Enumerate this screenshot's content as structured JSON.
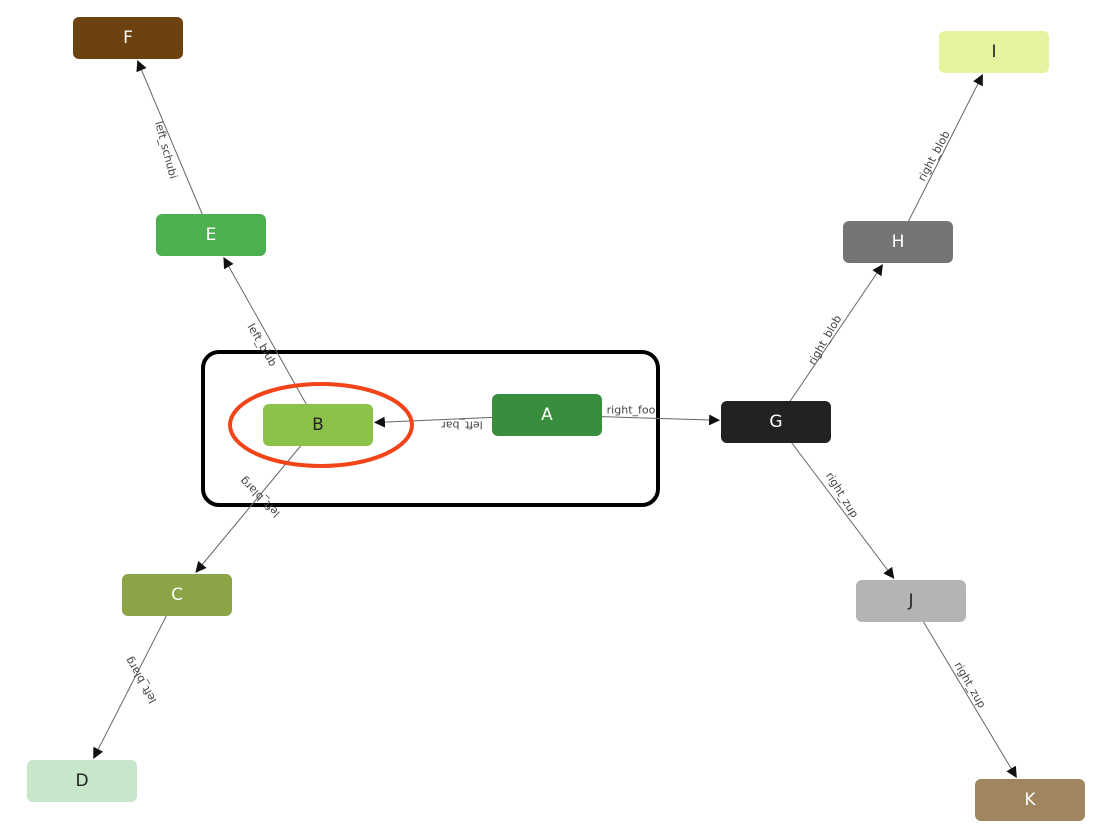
{
  "colors": {
    "edge": "#666666",
    "edge_label": "#444444",
    "group_border": "#000000",
    "highlight": "#f34318",
    "light_text": "#ffffff",
    "dark_text": "#222222"
  },
  "diagram": {
    "nodes": [
      {
        "id": "A",
        "label": "A",
        "color": "#388e3c",
        "text": "light"
      },
      {
        "id": "B",
        "label": "B",
        "color": "#8bc34a",
        "text": "dark"
      },
      {
        "id": "C",
        "label": "C",
        "color": "#8ba446",
        "text": "light"
      },
      {
        "id": "D",
        "label": "D",
        "color": "#c8e6c9",
        "text": "dark"
      },
      {
        "id": "E",
        "label": "E",
        "color": "#4caf50",
        "text": "light"
      },
      {
        "id": "F",
        "label": "F",
        "color": "#6d4211",
        "text": "light"
      },
      {
        "id": "G",
        "label": "G",
        "color": "#222222",
        "text": "light"
      },
      {
        "id": "H",
        "label": "H",
        "color": "#757575",
        "text": "light"
      },
      {
        "id": "I",
        "label": "I",
        "color": "#e6f4a0",
        "text": "dark"
      },
      {
        "id": "J",
        "label": "J",
        "color": "#b4b4b4",
        "text": "dark"
      },
      {
        "id": "K",
        "label": "K",
        "color": "#a0865f",
        "text": "light"
      }
    ],
    "edges": [
      {
        "from": "A",
        "to": "B",
        "label": "left_bar"
      },
      {
        "from": "A",
        "to": "G",
        "label": "right_foo"
      },
      {
        "from": "B",
        "to": "E",
        "label": "left_blub"
      },
      {
        "from": "B",
        "to": "C",
        "label": "left_blarg"
      },
      {
        "from": "C",
        "to": "D",
        "label": "left_blarg"
      },
      {
        "from": "E",
        "to": "F",
        "label": "left_schubi"
      },
      {
        "from": "G",
        "to": "H",
        "label": "right_blob"
      },
      {
        "from": "H",
        "to": "I",
        "label": "right_blob"
      },
      {
        "from": "G",
        "to": "J",
        "label": "right_zup"
      },
      {
        "from": "J",
        "to": "K",
        "label": "right_zup"
      }
    ],
    "group": {
      "members": [
        "A",
        "B"
      ]
    },
    "highlight": {
      "node": "B"
    }
  }
}
